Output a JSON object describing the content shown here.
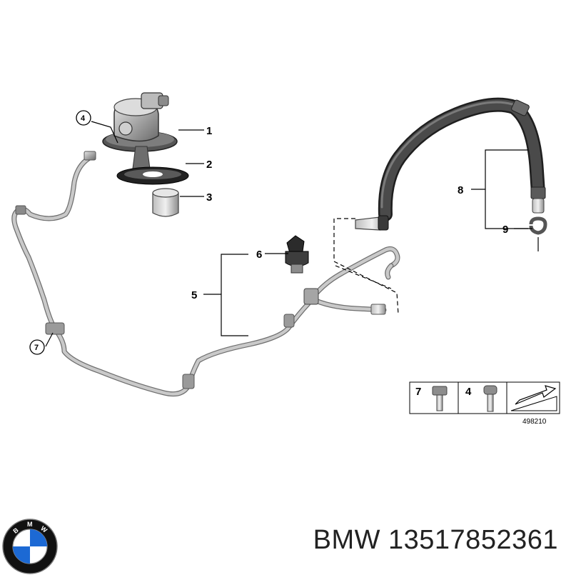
{
  "callouts": {
    "c1": "1",
    "c2": "2",
    "c3": "3",
    "c4": "4",
    "c5": "5",
    "c6": "6",
    "c7": "7",
    "c8": "8",
    "c9": "9"
  },
  "legend": {
    "item7": "7",
    "item4": "4",
    "ref": "498210"
  },
  "footer": {
    "brand": "BMW",
    "part_number": "13517852361",
    "text": "BMW 13517852361"
  },
  "logo": {
    "letters": [
      "B",
      "M",
      "W"
    ]
  },
  "colors": {
    "pipe": "#c9c9c9",
    "hose": "#4a4a4a",
    "blue": "#1c69d4"
  }
}
